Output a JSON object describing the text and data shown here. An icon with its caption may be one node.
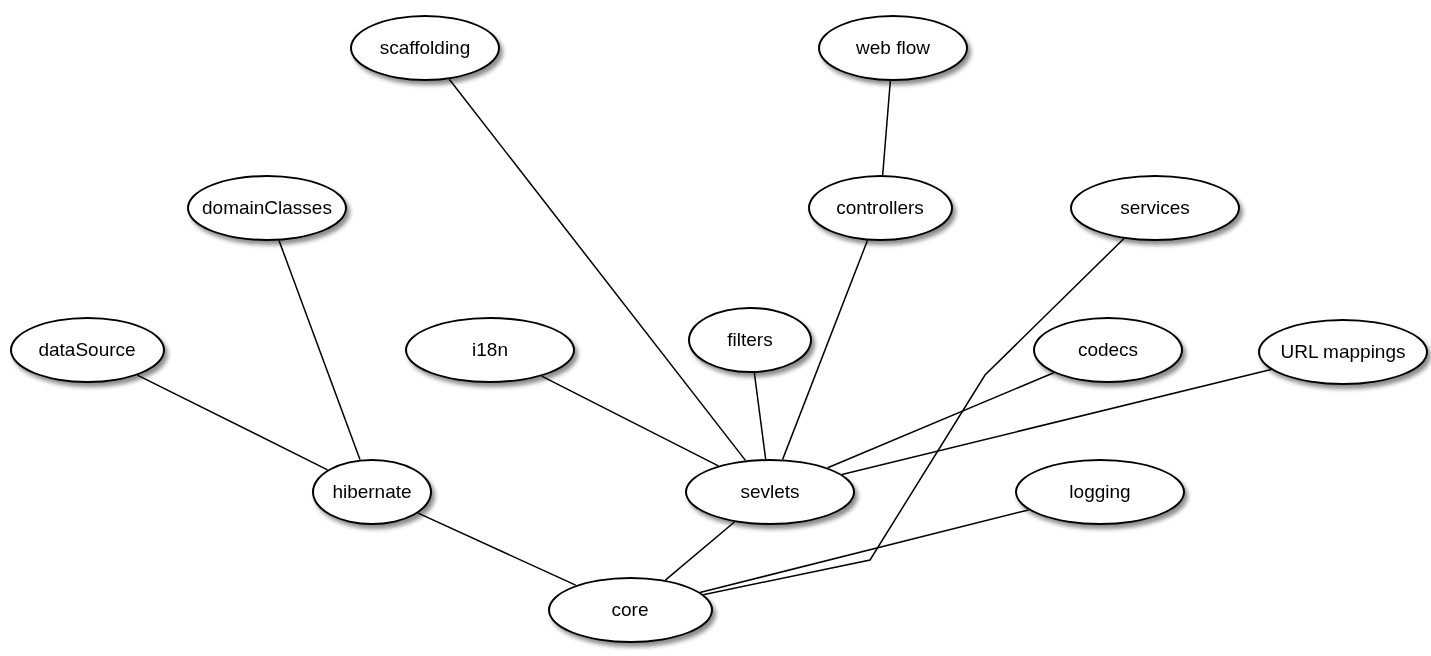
{
  "diagram": {
    "nodes": [
      {
        "text": [
          "scaffolding"
        ]
      },
      {
        "text": [
          "web flow"
        ]
      },
      {
        "text": [
          "domainClasses"
        ]
      },
      {
        "text": [
          "controllers"
        ]
      },
      {
        "text": [
          "services"
        ]
      },
      {
        "text": [
          "dataSource"
        ]
      },
      {
        "text": [
          "i18n"
        ]
      },
      {
        "text": [
          "filters"
        ]
      },
      {
        "text": [
          "codecs"
        ]
      },
      {
        "text": [
          "URL mappings"
        ]
      },
      {
        "text": [
          "hibernate"
        ]
      },
      {
        "text": [
          "sevlets"
        ]
      },
      {
        "text": [
          "logging"
        ]
      },
      {
        "text": [
          "core"
        ]
      }
    ],
    "edges": [
      {
        "from": 0,
        "to": 11,
        "arrow": "none"
      },
      {
        "from": 1,
        "to": 3,
        "arrow": "none"
      },
      {
        "from": 2,
        "to": 10,
        "arrow": "none"
      },
      {
        "from": 5,
        "to": 10,
        "arrow": "none"
      },
      {
        "from": 10,
        "to": 13,
        "arrow": "none"
      },
      {
        "from": 6,
        "to": 11,
        "arrow": "none"
      },
      {
        "from": 7,
        "to": 11,
        "arrow": "none"
      },
      {
        "from": 3,
        "to": 11,
        "arrow": "none"
      },
      {
        "from": 4,
        "to": 13,
        "arrow": "none"
      },
      {
        "from": 8,
        "to": 11,
        "arrow": "none"
      },
      {
        "from": 9,
        "to": 11,
        "arrow": "none"
      },
      {
        "from": 11,
        "to": 13,
        "arrow": "none"
      },
      {
        "from": 12,
        "to": 13,
        "arrow": "none"
      }
    ]
  }
}
